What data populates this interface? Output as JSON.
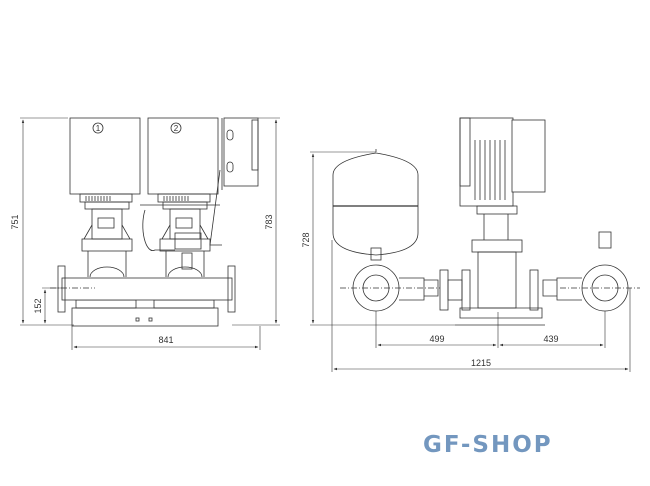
{
  "drawing": {
    "front_view": {
      "pump_labels": [
        "1",
        "2"
      ],
      "dimensions": {
        "overall_height": "751",
        "height_with_control": "783",
        "pipe_axis_height": "152",
        "overall_width": "841"
      }
    },
    "side_view": {
      "dimensions": {
        "tank_height": "728",
        "inlet_to_center": "499",
        "center_to_outlet": "439",
        "overall_length": "1215"
      }
    }
  },
  "watermark": {
    "text": "GF-SHOP",
    "color": "#7397bf"
  }
}
